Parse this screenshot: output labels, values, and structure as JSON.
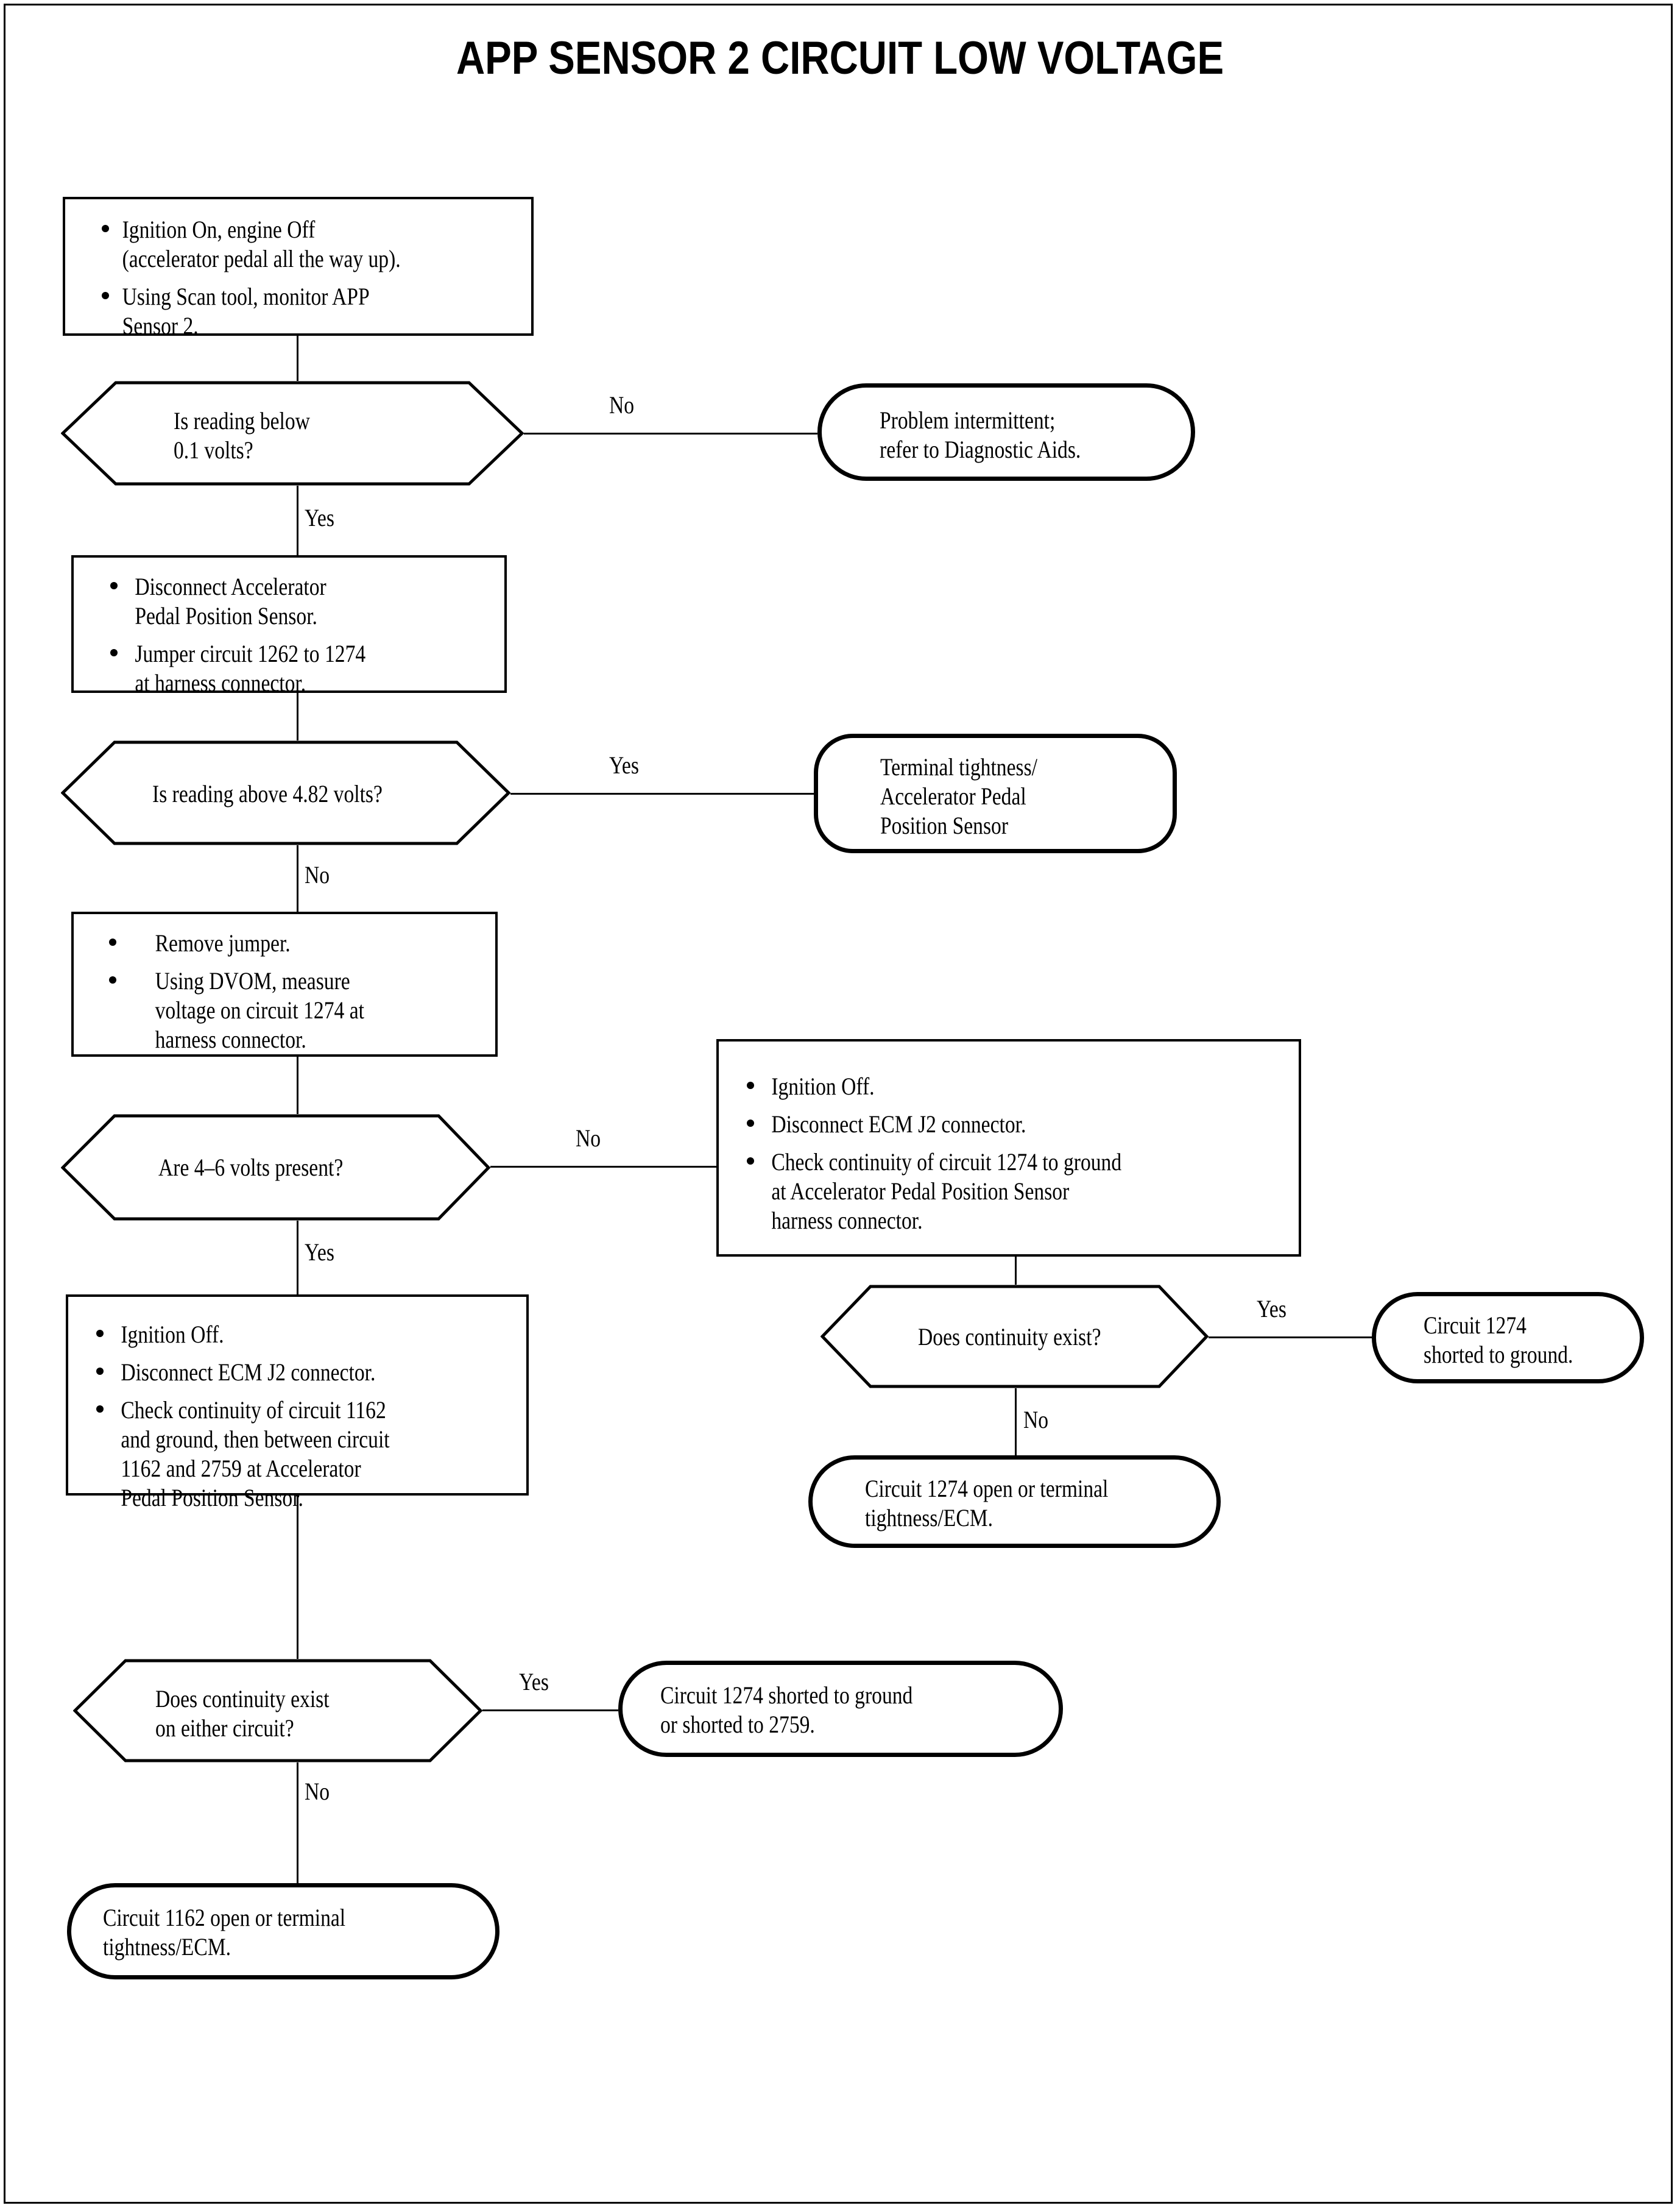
{
  "document": {
    "title": "APP SENSOR 2 CIRCUIT LOW VOLTAGE",
    "type": "diagnostic-flowchart"
  },
  "nodes": {
    "step1": {
      "shape": "process",
      "bullets": [
        "Ignition On, engine Off\n(accelerator pedal all the way up).",
        "Using Scan tool, monitor APP\nSensor 2."
      ]
    },
    "decision1": {
      "shape": "decision",
      "text": "Is reading below\n0.1 volts?"
    },
    "term_intermittent": {
      "shape": "terminal",
      "text": "Problem intermittent;\nrefer to Diagnostic Aids."
    },
    "step2": {
      "shape": "process",
      "bullets": [
        "Disconnect Accelerator\nPedal Position Sensor.",
        "Jumper circuit 1262 to 1274\nat harness connector."
      ]
    },
    "decision2": {
      "shape": "decision",
      "text": "Is reading above 4.82 volts?"
    },
    "term_tightness": {
      "shape": "terminal",
      "text": "Terminal tightness/\nAccelerator Pedal\nPosition Sensor"
    },
    "step3": {
      "shape": "process",
      "bullets": [
        "Remove jumper.",
        "Using DVOM, measure\nvoltage on circuit 1274 at\nharness connector."
      ]
    },
    "decision3": {
      "shape": "decision",
      "text": "Are 4–6 volts present?"
    },
    "step4_right": {
      "shape": "process",
      "bullets": [
        "Ignition Off.",
        "Disconnect ECM J2 connector.",
        "Check continuity of circuit 1274 to ground\nat Accelerator Pedal Position Sensor\nharness connector."
      ]
    },
    "decision4": {
      "shape": "decision",
      "text": "Does continuity exist?"
    },
    "term_1274_short": {
      "shape": "terminal",
      "text": "Circuit 1274\nshorted to ground."
    },
    "term_1274_open": {
      "shape": "terminal",
      "text": "Circuit 1274 open or terminal\ntightness/ECM."
    },
    "step5_left": {
      "shape": "process",
      "bullets": [
        "Ignition Off.",
        "Disconnect ECM J2 connector.",
        "Check continuity of circuit 1162\nand ground, then between circuit\n1162 and 2759 at Accelerator\nPedal Position Sensor."
      ]
    },
    "decision5": {
      "shape": "decision",
      "text": "Does continuity exist\non either circuit?"
    },
    "term_1274_short_2759": {
      "shape": "terminal",
      "text": "Circuit 1274 shorted to ground\nor shorted to 2759."
    },
    "term_1162_open": {
      "shape": "terminal",
      "text": "Circuit 1162 open or terminal\ntightness/ECM."
    }
  },
  "edge_labels": {
    "d1_no": "No",
    "d1_yes": "Yes",
    "d2_yes": "Yes",
    "d2_no": "No",
    "d3_no": "No",
    "d3_yes": "Yes",
    "d4_yes": "Yes",
    "d4_no": "No",
    "d5_yes": "Yes",
    "d5_no": "No"
  },
  "colors": {
    "ink": "#000000",
    "paper": "#ffffff"
  }
}
